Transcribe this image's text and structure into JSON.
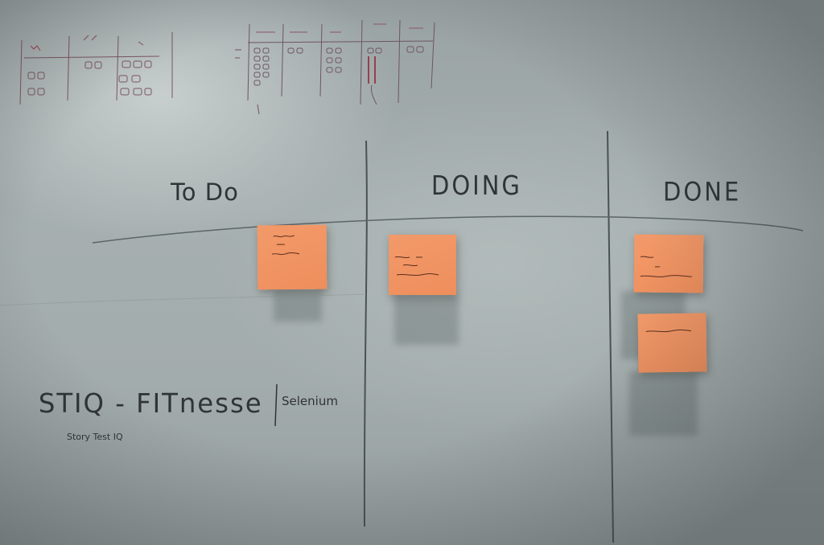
{
  "board": {
    "columns": [
      {
        "label": "To Do"
      },
      {
        "label": "DOING"
      },
      {
        "label": "DONE"
      }
    ],
    "footer_text": "STIQ - FITnesse",
    "footer_side_text": "Selenium",
    "footer_subtext": "Story Test IQ"
  },
  "sticky_notes": [
    {
      "column": "To Do"
    },
    {
      "column": "DOING"
    },
    {
      "column": "DONE"
    },
    {
      "column": "DONE"
    }
  ]
}
